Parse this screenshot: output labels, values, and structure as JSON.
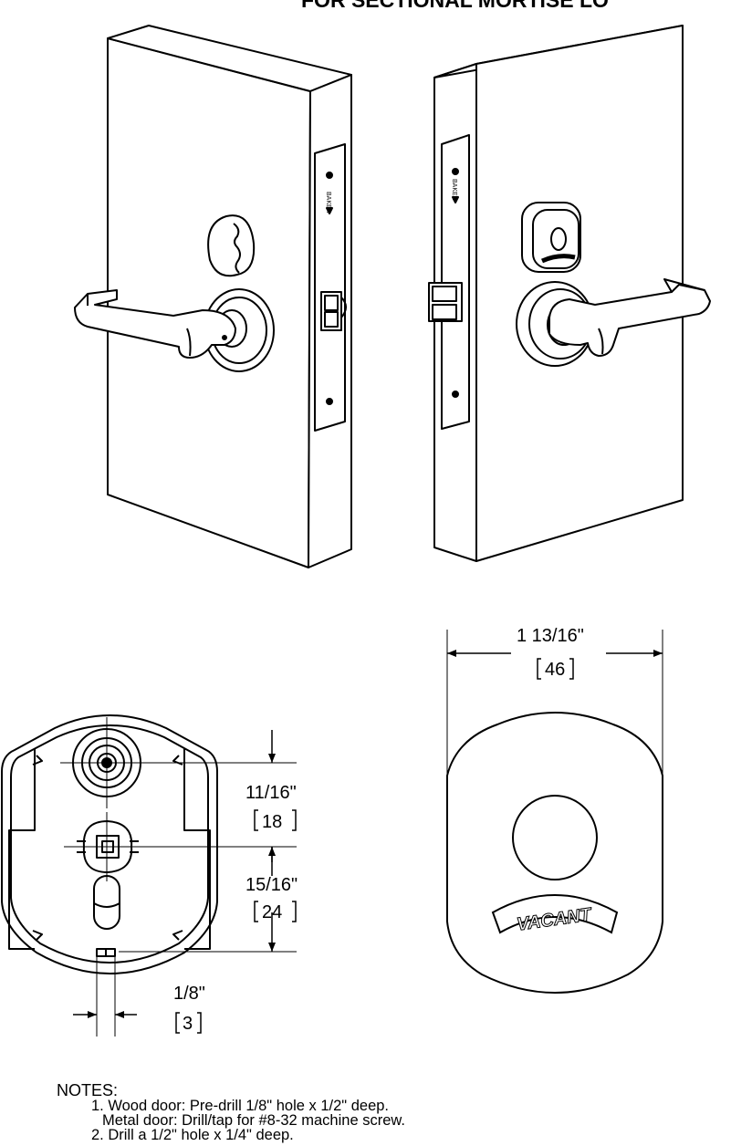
{
  "title": "FOR SECTIONAL MORTISE LO",
  "indicator_text": "VACANT",
  "brand_text": "BAKER",
  "dimensions": {
    "width_imperial": "1 13/16\"",
    "width_metric": "46",
    "upper_imperial": "11/16\"",
    "upper_metric": "18",
    "lower_imperial": "15/16\"",
    "lower_metric": "24",
    "slot_imperial": "1/8\"",
    "slot_metric": "3"
  },
  "notes": {
    "heading": "NOTES:",
    "item1_line1": "1. Wood door: Pre-drill 1/8\" hole x 1/2\" deep.",
    "item1_line2": "Metal door: Drill/tap for #8-32 machine screw.",
    "item2_partial": "2. Drill a 1/2\" hole x 1/4\" deep."
  }
}
